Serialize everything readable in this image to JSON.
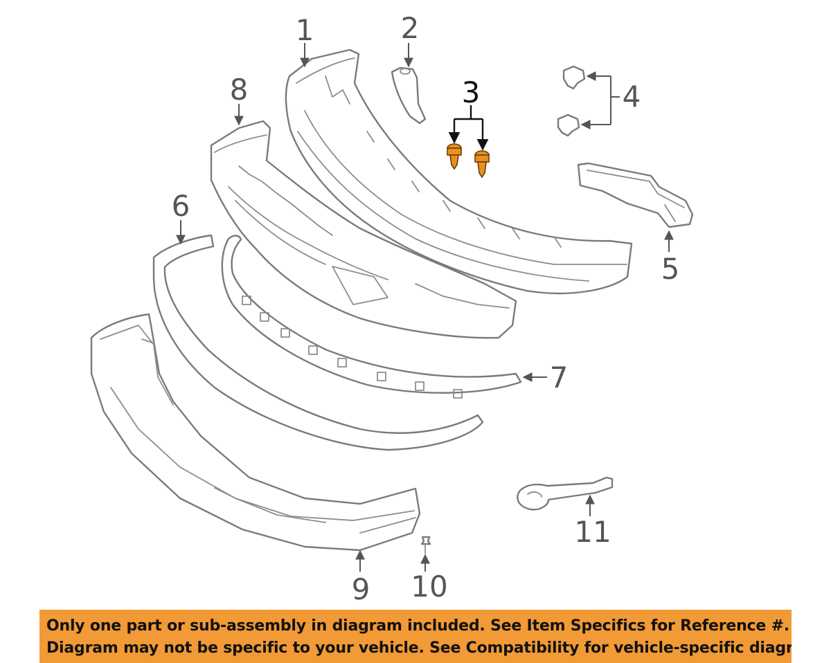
{
  "callouts": {
    "c1": "1",
    "c2": "2",
    "c3": "3",
    "c4": "4",
    "c5": "5",
    "c6": "6",
    "c7": "7",
    "c8": "8",
    "c9": "9",
    "c10": "10",
    "c11": "11"
  },
  "highlight_color": "#e8911f",
  "banner": {
    "background": "#f29a36",
    "line1": "Only one part or sub-assembly in diagram included. See Item Specifics for Reference #.",
    "line2": "Diagram may not be specific to your vehicle. See Compatibility for vehicle-specific diagrams."
  }
}
